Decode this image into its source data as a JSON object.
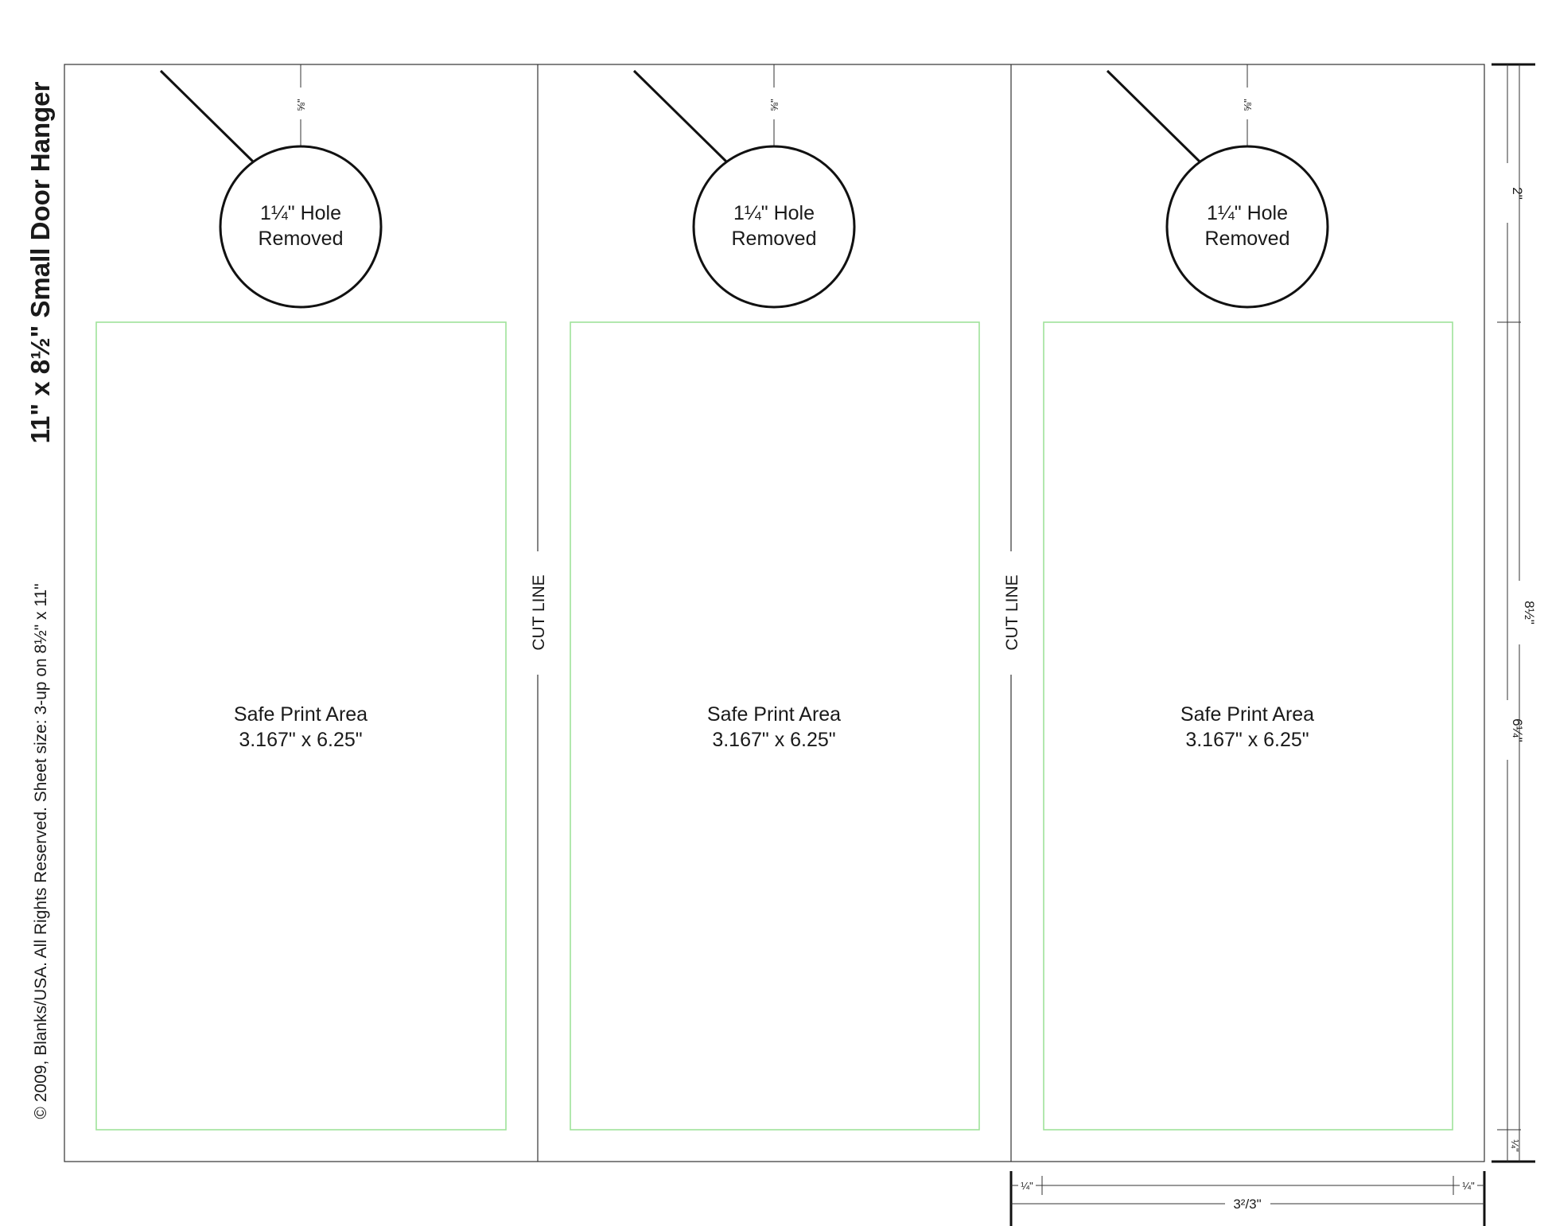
{
  "title": "11\" x 8½\" Small Door Hanger",
  "subtitle": "© 2009, Blanks/USA.  All Rights Reserved.    Sheet size:  3-up on 8½\" x 11\"",
  "panels": [
    {
      "hole_line1": "1¼\" Hole",
      "hole_line2": "Removed",
      "slit_dim": "⅝\"",
      "safe_line1": "Safe Print Area",
      "safe_line2": "3.167\" x 6.25\""
    },
    {
      "hole_line1": "1¼\" Hole",
      "hole_line2": "Removed",
      "slit_dim": "⅝\"",
      "safe_line1": "Safe Print Area",
      "safe_line2": "3.167\" x 6.25\""
    },
    {
      "hole_line1": "1¼\" Hole",
      "hole_line2": "Removed",
      "slit_dim": "⅝\"",
      "safe_line1": "Safe Print Area",
      "safe_line2": "3.167\" x 6.25\""
    }
  ],
  "cut_lines": [
    "CUT LINE",
    "CUT LINE"
  ],
  "dimensions": {
    "right_total": "8½\"",
    "right_top": "2\"",
    "right_safe": "6¼\"",
    "right_bottom": "¼\"",
    "bottom_left_margin": "¼\"",
    "bottom_width": "3²/3\"",
    "bottom_right_margin": "¼\""
  },
  "colors": {
    "line": "#333333",
    "safe_area": "#9fe39a",
    "text": "#1a1a1a"
  }
}
